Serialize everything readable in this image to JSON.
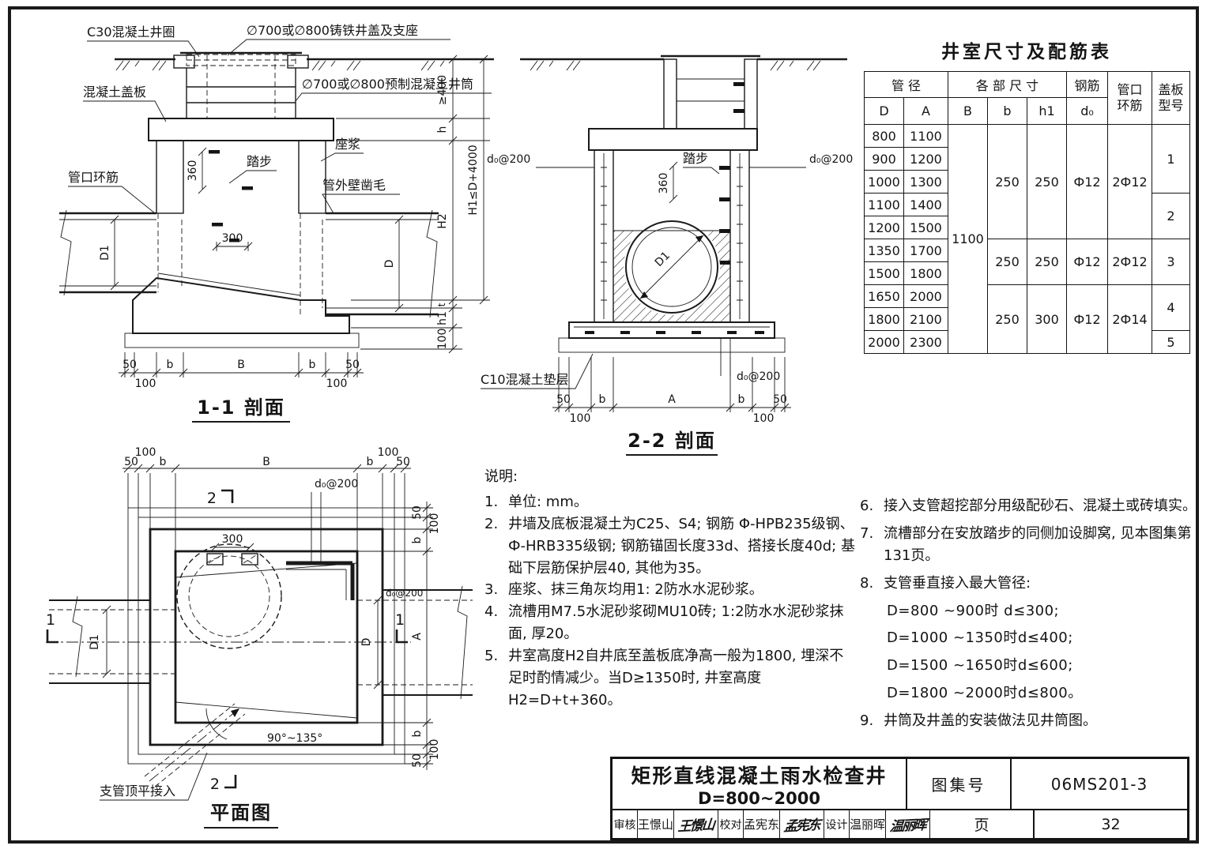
{
  "section11": {
    "title": "1-1 剖面",
    "collar_label": "C30混凝土井圈",
    "cover_label": "∅700或∅800铸铁井盖及支座",
    "slab_label": "混凝土盖板",
    "shaft_label": "∅700或∅800预制混凝土井筒",
    "mortar_label": "座浆",
    "step_label": "踏步",
    "pipe_ring_label": "管口环筋",
    "rough_label": "管外壁凿毛",
    "dim_360": "360",
    "dim_300": "300",
    "pipe_d1": "D1",
    "pipe_d": "D",
    "dims_bottom": [
      "50",
      "100",
      "b",
      "B",
      "b",
      "100",
      "50"
    ],
    "vdim_ge400": "≥400",
    "vdim_h": "h",
    "vdim_H2": "H2",
    "vdim_H1": "H1≤D+4000",
    "vdim_t": "t",
    "vdim_h1": "h1",
    "vdim_100": "100"
  },
  "section22": {
    "title": "2-2 剖面",
    "step_label": "踏步",
    "dim_360": "360",
    "do200": "d₀@200",
    "pipe_d1": "D1",
    "bedding_label": "C10混凝土垫层",
    "dims_bottom": [
      "50",
      "100",
      "b",
      "A",
      "b",
      "100",
      "50"
    ]
  },
  "plan": {
    "title": "平面图",
    "do200": "d₀@200",
    "dim_300": "300",
    "angle_label": "90°~135°",
    "branch_label": "支管顶平接入",
    "pipe_d1": "D1",
    "pipe_d": "D",
    "marker_1": "1",
    "marker_2": "2",
    "dims_top": [
      "50",
      "100",
      "b",
      "B",
      "b",
      "100",
      "50"
    ],
    "dims_right": [
      "50",
      "100",
      "b",
      "A",
      "b",
      "100",
      "50"
    ]
  },
  "table": {
    "title": "井室尺寸及配筋表",
    "h_pipe_dia": "管 径",
    "h_dims": "各 部 尺 寸",
    "h_rebar": "钢筋",
    "h_ring_1": "管口",
    "h_ring_2": "环筋",
    "h_cover_1": "盖板",
    "h_cover_2": "型号",
    "h_D": "D",
    "h_A": "A",
    "h_B": "B",
    "h_b": "b",
    "h_h1": "h1",
    "h_d0": "d₀",
    "B_all": "1100",
    "rows": [
      {
        "D": "800",
        "A": "1100"
      },
      {
        "D": "900",
        "A": "1200"
      },
      {
        "D": "1000",
        "A": "1300"
      },
      {
        "D": "1100",
        "A": "1400"
      },
      {
        "D": "1200",
        "A": "1500"
      },
      {
        "D": "1350",
        "A": "1700"
      },
      {
        "D": "1500",
        "A": "1800"
      },
      {
        "D": "1650",
        "A": "2000"
      },
      {
        "D": "1800",
        "A": "2100"
      },
      {
        "D": "2000",
        "A": "2300"
      }
    ],
    "groups": [
      {
        "b": "250",
        "h1": "250",
        "d0": "Ф12",
        "ring": "2Ф12"
      },
      {
        "b": "250",
        "h1": "250",
        "d0": "Ф12",
        "ring": "2Ф12"
      },
      {
        "b": "250",
        "h1": "300",
        "d0": "Ф12",
        "ring": "2Ф14"
      }
    ],
    "covers": [
      "1",
      "2",
      "3",
      "4",
      "5"
    ]
  },
  "notes": {
    "heading": "说明:",
    "items_left": [
      {
        "no": "1.",
        "text": "单位: mm。"
      },
      {
        "no": "2.",
        "text": "井墙及底板混凝土为C25、S4; 钢筋 Φ-HPB235级钢、Ф-HRB335级钢; 钢筋锚固长度33d、搭接长度40d; 基础下层筋保护层40, 其他为35。"
      },
      {
        "no": "3.",
        "text": "座浆、抹三角灰均用1: 2防水水泥砂浆。"
      },
      {
        "no": "4.",
        "text": "流槽用M7.5水泥砂浆砌MU10砖; 1:2防水水泥砂浆抹面, 厚20。"
      },
      {
        "no": "5.",
        "text": "井室高度H2自井底至盖板底净高一般为1800, 埋深不足时酌情减少。当D≥1350时, 井室高度H2=D+t+360。"
      }
    ],
    "items_right": [
      {
        "no": "6.",
        "text": "接入支管超挖部分用级配砂石、混凝土或砖填实。"
      },
      {
        "no": "7.",
        "text": "流槽部分在安放踏步的同侧加设脚窝, 见本图集第131页。"
      },
      {
        "no": "8.",
        "text": "支管垂直接入最大管径:"
      },
      {
        "no": "",
        "text": "D=800 ~900时  d≤300;"
      },
      {
        "no": "",
        "text": "D=1000 ~1350时d≤400;"
      },
      {
        "no": "",
        "text": "D=1500 ~1650时d≤600;"
      },
      {
        "no": "",
        "text": "D=1800 ~2000时d≤800。"
      },
      {
        "no": "9.",
        "text": "井筒及井盖的安装做法见井筒图。"
      }
    ]
  },
  "titleblock": {
    "title_line1": "矩形直线混凝土雨水检查井",
    "title_line2": "D=800~2000",
    "atlas_label": "图集号",
    "atlas_no": "06MS201-3",
    "page_label": "页",
    "page_no": "32",
    "cells": [
      {
        "label": "审核",
        "name": "王憬山",
        "sig": "王憬山"
      },
      {
        "label": "校对",
        "name": "孟宪东",
        "sig": "孟宪东"
      },
      {
        "label": "设计",
        "name": "温丽晖",
        "sig": "温丽晖"
      }
    ]
  }
}
